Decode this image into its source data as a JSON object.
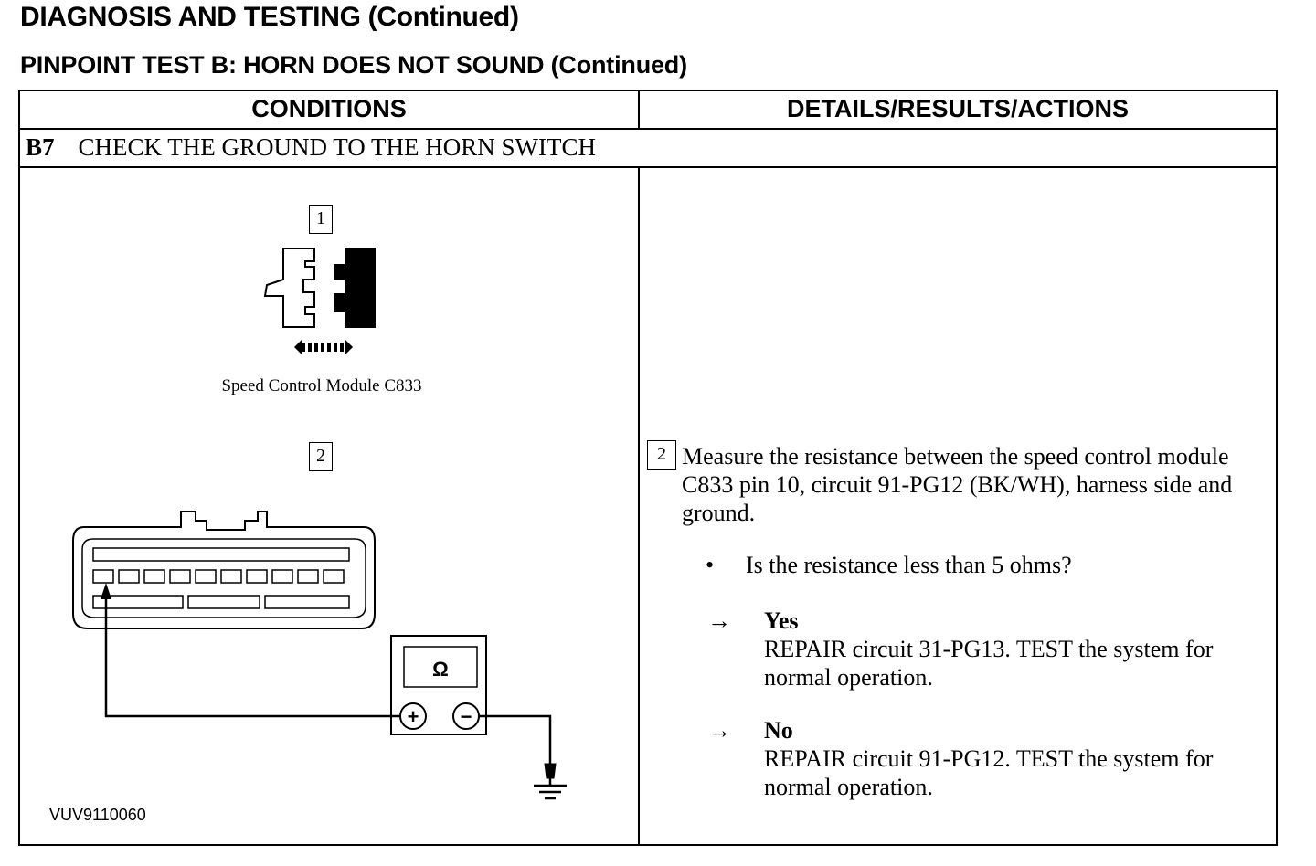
{
  "header": {
    "section_title": "DIAGNOSIS AND TESTING (Continued)",
    "test_title": "PINPOINT TEST B: HORN DOES NOT SOUND (Continued)"
  },
  "table": {
    "col_conditions": "CONDITIONS",
    "col_details": "DETAILS/RESULTS/ACTIONS",
    "step_id": "B7",
    "step_title": "CHECK THE GROUND TO THE HORN SWITCH"
  },
  "figure": {
    "callout_1": "1",
    "connector_label": "Speed Control Module C833",
    "callout_2": "2",
    "meter_symbol": "Ω",
    "plus_symbol": "+",
    "minus_symbol": "−",
    "figure_id": "VUV9110060"
  },
  "details": {
    "callout": "2",
    "instruction": "Measure the resistance between the speed control module C833 pin 10, circuit 91-PG12 (BK/WH), harness side and ground.",
    "bullet_symbol": "•",
    "question": "Is the resistance less than 5 ohms?",
    "arrow_symbol": "→",
    "yes_label": "Yes",
    "yes_action": "REPAIR circuit 31-PG13. TEST the system for normal operation.",
    "no_label": "No",
    "no_action": "REPAIR circuit 91-PG12. TEST the system for normal operation."
  }
}
